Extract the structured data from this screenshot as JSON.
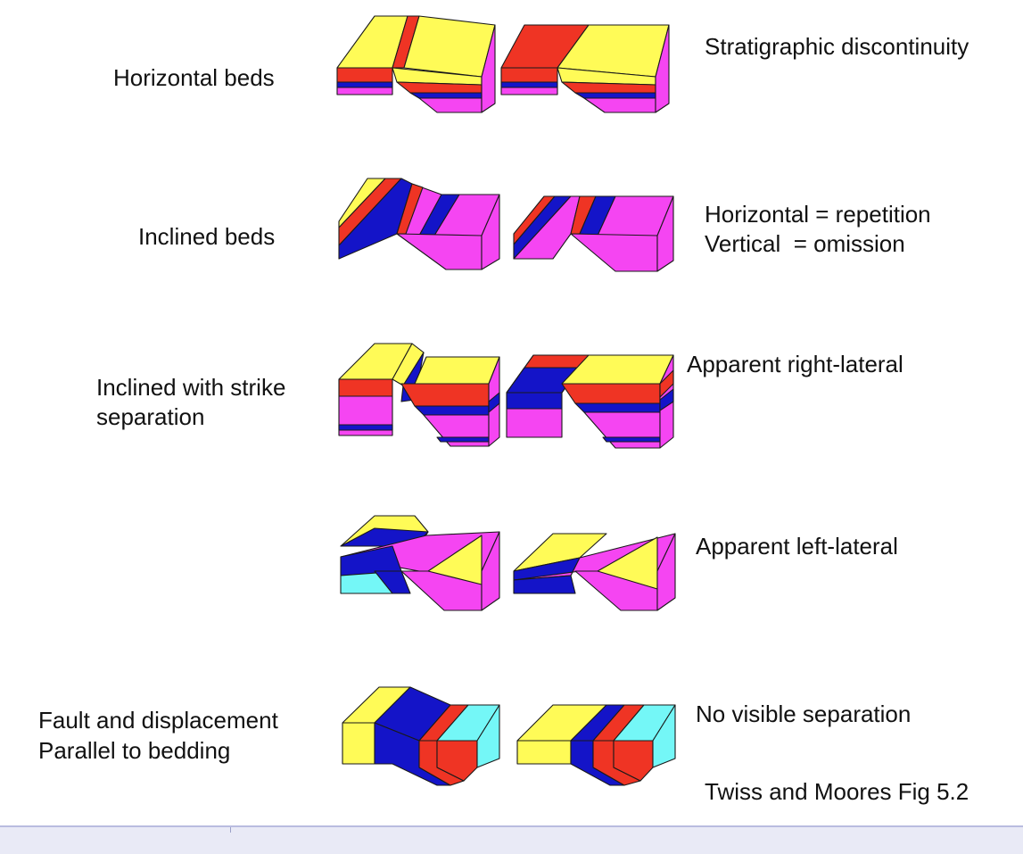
{
  "colors": {
    "yellow": "#fffb57",
    "red": "#ef3424",
    "blue": "#1414c8",
    "magenta": "#f545f2",
    "cyan": "#74f7f7",
    "outline": "#1a1a1a",
    "footer": "#e9eaf6"
  },
  "rows": [
    {
      "left": "Horizontal beds",
      "right": "Stratigraphic discontinuity"
    },
    {
      "left": "Inclined beds",
      "right_lines": [
        "Horizontal = repetition",
        "Vertical  = omission"
      ]
    },
    {
      "left_lines": [
        "Inclined with strike",
        "separation"
      ],
      "right": "Apparent right-lateral"
    },
    {
      "left": "",
      "right": "Apparent left-lateral"
    },
    {
      "left_lines": [
        "Fault and displacement",
        "Parallel to bedding"
      ],
      "right": "No visible separation"
    }
  ],
  "citation": "Twiss and Moores Fig 5.2"
}
